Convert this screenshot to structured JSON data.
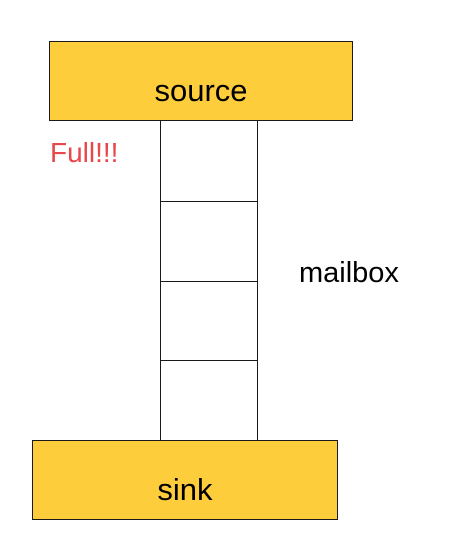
{
  "diagram": {
    "source": {
      "label": "source"
    },
    "sink": {
      "label": "sink"
    },
    "mailbox": {
      "label": "mailbox",
      "slots": 4,
      "status": "Full!!!"
    }
  },
  "colors": {
    "box_fill": "#fdcd3c",
    "outline": "#1a1a1a",
    "status_text": "#e8474c",
    "text": "#000000"
  }
}
